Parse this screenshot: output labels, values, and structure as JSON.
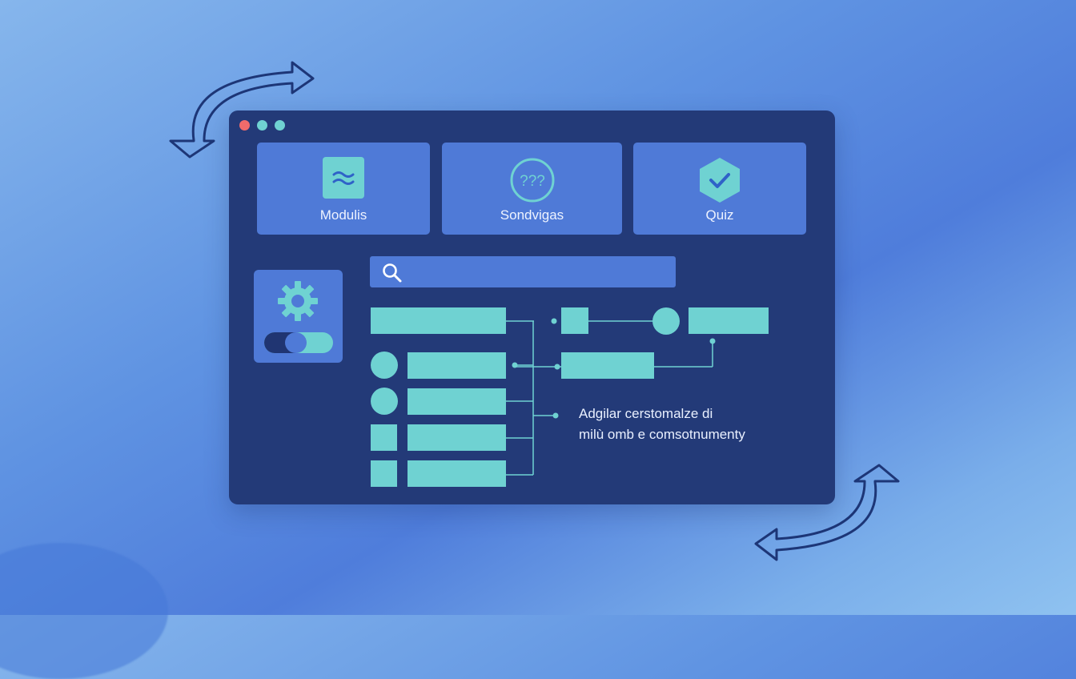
{
  "colors": {
    "window_bg": "#233a78",
    "card_bg": "#4f7ad7",
    "teal": "#6fd2d2",
    "dot_red": "#f06b6b",
    "dot_teal": "#6fd2d2",
    "arrow_stroke": "#1d3677"
  },
  "window": {
    "dots": [
      "close-dot",
      "minimize-dot",
      "maximize-dot"
    ]
  },
  "cards": [
    {
      "label": "Modulis",
      "icon": "waves-icon"
    },
    {
      "label": "Sondvigas",
      "icon": "question-marks-icon",
      "icon_text": "???"
    },
    {
      "label": "Quiz",
      "icon": "check-hexagon-icon"
    }
  ],
  "settings": {
    "icon": "gear-icon",
    "toggle": "toggle-switch"
  },
  "search": {
    "icon": "search-icon"
  },
  "flow": {
    "note_line1": "Adgilar cerstomalze di",
    "note_line2": "milù omb e comsotnumenty"
  },
  "decor": {
    "arrows": [
      "swap-arrow-top-left",
      "swap-arrow-bottom-right"
    ]
  }
}
